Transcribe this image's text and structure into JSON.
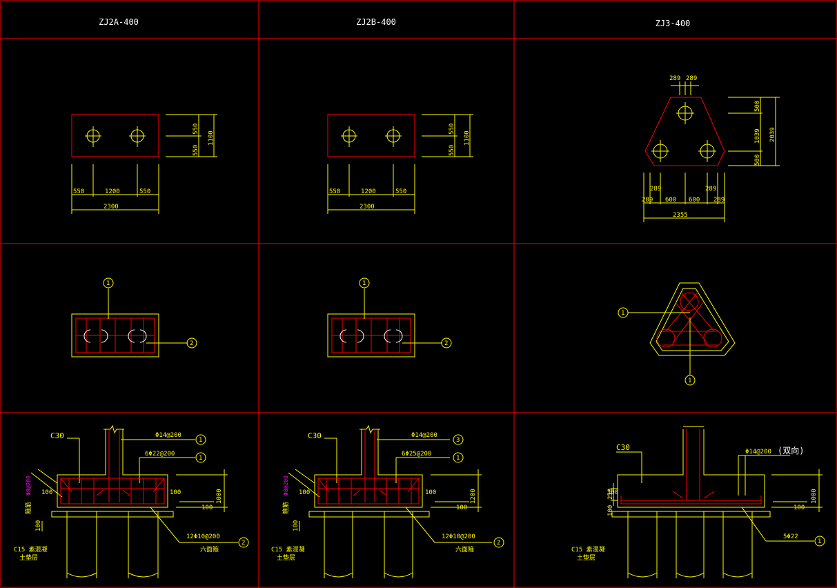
{
  "colors": {
    "background": "#000000",
    "grid": "#ff0000",
    "outline": "#ffff00",
    "text": "#ffffff",
    "accent": "#ff00ff"
  },
  "columns": [
    {
      "title": "ZJ2A-400"
    },
    {
      "title": "ZJ2B-400"
    },
    {
      "title": "ZJ3-400"
    }
  ],
  "plan": {
    "zj2a": {
      "dim_h": [
        "550",
        "1200",
        "550"
      ],
      "total_h": "2300",
      "dim_v": [
        "550",
        "550"
      ],
      "total_v": "1100"
    },
    "zj2b": {
      "dim_h": [
        "550",
        "1200",
        "550"
      ],
      "total_h": "2300",
      "dim_v": [
        "550",
        "550"
      ],
      "total_v": "1100"
    },
    "zj3": {
      "top": [
        "289",
        "289"
      ],
      "dim_h_top": [
        "289",
        "289"
      ],
      "dim_h": [
        "289",
        "600",
        "600",
        "289"
      ],
      "total_h": "2355",
      "dim_v": [
        "500",
        "1039",
        "500"
      ],
      "total_v": "2039"
    }
  },
  "rebar_plan": {
    "zj2a": {
      "m1": "1",
      "m2": "2"
    },
    "zj2b": {
      "m1": "1",
      "m2": "2"
    },
    "zj3": {
      "m1": "1",
      "m2": "1"
    }
  },
  "section": {
    "zj2a": {
      "concrete": "C30",
      "top_rebar": "Φ14@200",
      "mark_top": "1",
      "main_rebar": "6Φ22@200",
      "mark_main": "1",
      "side": "Φ8@200",
      "side2": "100",
      "side3": "100",
      "height": "1000",
      "bottom": "12Φ10@200",
      "bottom_note": "六面箍",
      "mark_bottom": "2",
      "base": "C15 素混凝",
      "base2": "土垫层",
      "small": "100",
      "small2": "100",
      "stir": "箍筋"
    },
    "zj2b": {
      "concrete": "C30",
      "top_rebar": "Φ14@200",
      "mark_top": "3",
      "main_rebar": "6Φ25@200",
      "mark_main": "1",
      "side": "Φ8@200",
      "side2": "100",
      "side3": "100",
      "height": "1200",
      "bottom": "12Φ10@200",
      "bottom_note": "六面箍",
      "mark_bottom": "2",
      "base": "C15 素混凝",
      "base2": "土垫层",
      "small": "100",
      "small2": "100",
      "stir": "箍筋"
    },
    "zj3": {
      "concrete": "C30",
      "top_rebar": "Φ14@200",
      "top_note": "(双向)",
      "bottom": "5Φ22",
      "mark_bottom": "1",
      "height": "1000",
      "h1": "250",
      "h2": "100",
      "small": "100",
      "small2": "100",
      "base": "C15 素混凝",
      "base2": "土垫层"
    }
  }
}
